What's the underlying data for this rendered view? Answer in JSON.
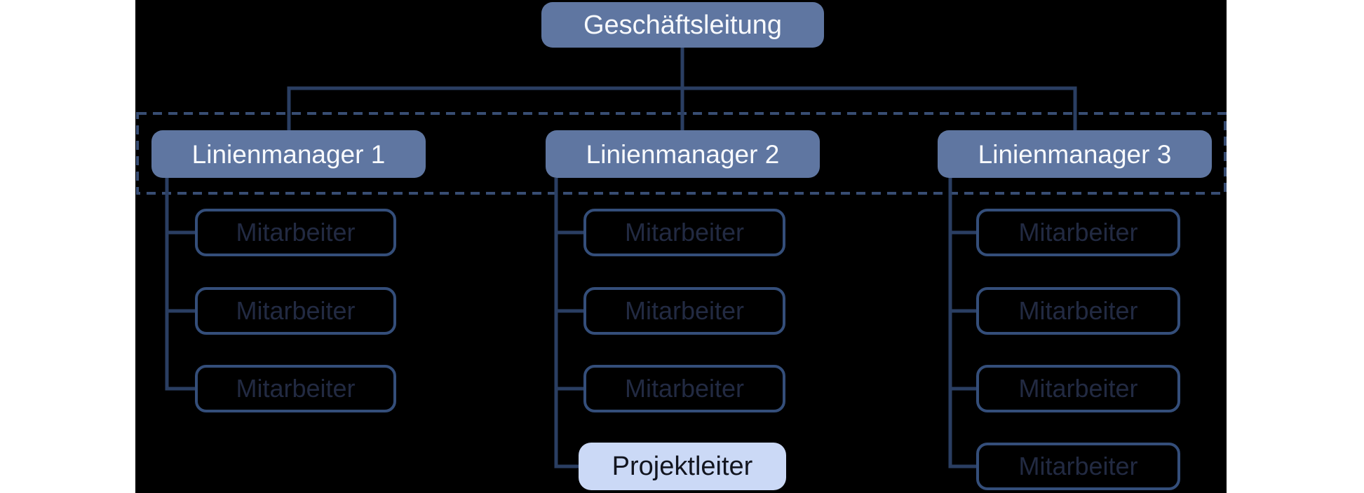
{
  "org": {
    "root_label": "Geschäftsleitung",
    "managers": [
      "Linienmanager 1",
      "Linienmanager 2",
      "Linienmanager 3"
    ],
    "columns": [
      {
        "employees": [
          "Mitarbeiter",
          "Mitarbeiter",
          "Mitarbeiter"
        ]
      },
      {
        "employees": [
          "Mitarbeiter",
          "Mitarbeiter",
          "Mitarbeiter"
        ],
        "project_leader": "Projektleiter"
      },
      {
        "employees": [
          "Mitarbeiter",
          "Mitarbeiter",
          "Mitarbeiter",
          "Mitarbeiter"
        ]
      }
    ]
  },
  "colors": {
    "page_background": "#ffffff",
    "canvas_background": "#000000",
    "manager_fill": "#5f76a1",
    "manager_text": "#f8fafd",
    "employee_border": "#344e7a",
    "employee_text": "#222a42",
    "project_leader_fill": "#cbd9f6",
    "project_leader_text": "#12151f",
    "connector": "#2a3e62",
    "dashed_border": "#384d73"
  }
}
